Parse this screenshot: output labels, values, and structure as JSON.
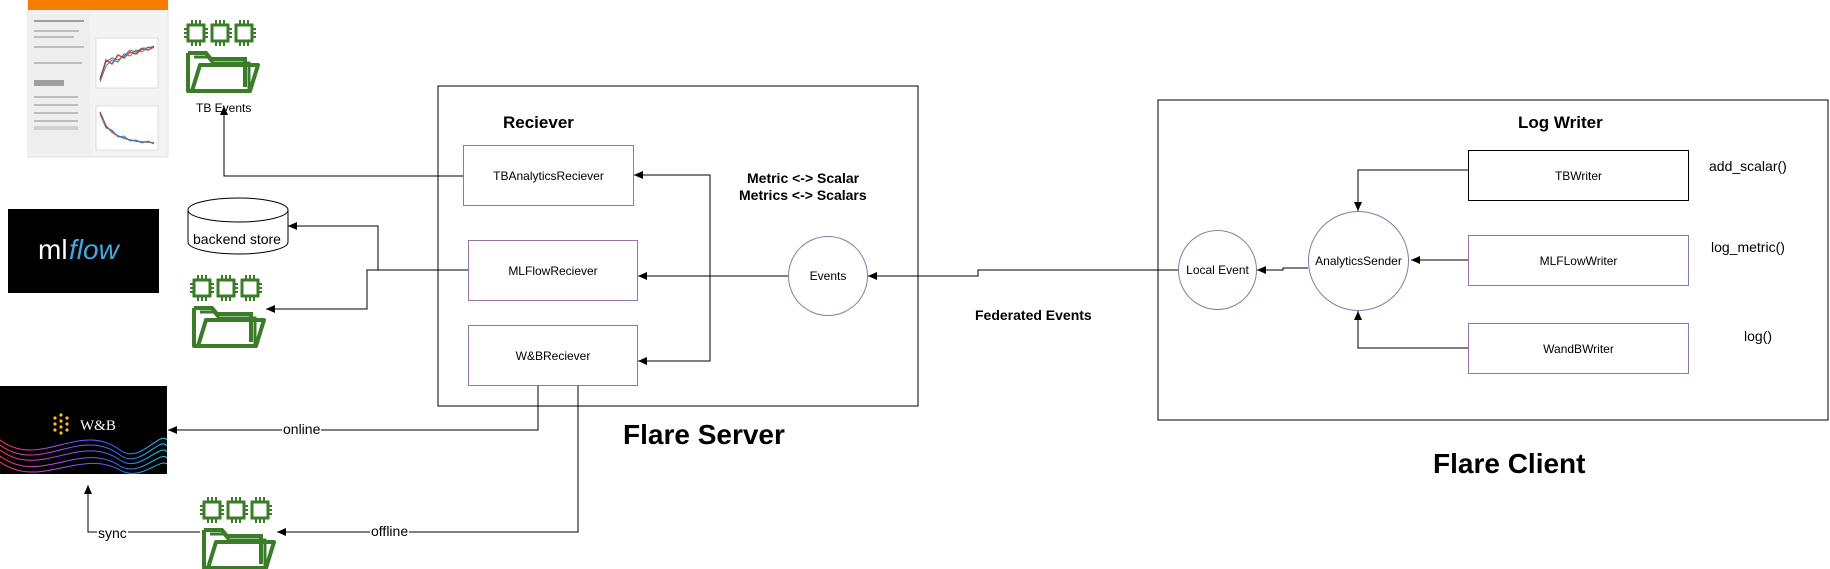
{
  "server": {
    "title": "Flare  Server",
    "receiver_title": "Reciever",
    "receivers": [
      "TBAnalyticsReciever",
      "MLFlowReciever",
      "W&BReciever"
    ],
    "events_label": "Events",
    "mapping_line1": "Metric <-> Scalar",
    "mapping_line2": "Metrics <-> Scalars"
  },
  "client": {
    "title": "Flare Client",
    "log_writer_title": "Log Writer",
    "writers": [
      "TBWriter",
      "MLFLowWriter",
      "WandBWriter"
    ],
    "methods": [
      "add_scalar()",
      "log_metric()",
      "log()"
    ],
    "sender_label": "AnalyticsSender",
    "local_event_label": "Local Event"
  },
  "federated_events_label": "Federated Events",
  "left": {
    "tb_events_label": "TB Events",
    "backend_store_label": "backend store",
    "mlflow_logo": "mlflow",
    "wandb_logo": "W&B",
    "online_label": "online",
    "offline_label": "offline",
    "sync_label": "sync"
  },
  "colors": {
    "folder_green": "#3a7c27",
    "node_border": "#9673a6",
    "mlflow_blue": "#43a9e0"
  }
}
